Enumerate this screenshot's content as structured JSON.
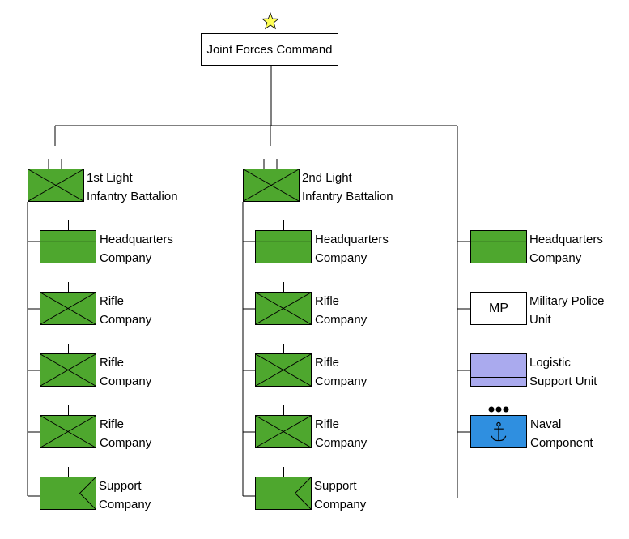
{
  "command": {
    "title": "Joint Forces Command"
  },
  "battalion_1": {
    "label_line1": "1st Light",
    "label_line2": "Infantry Battalion",
    "units": [
      {
        "line1": "Headquarters",
        "line2": "Company",
        "type": "headquarters"
      },
      {
        "line1": "Rifle",
        "line2": "Company",
        "type": "infantry"
      },
      {
        "line1": "Rifle",
        "line2": "Company",
        "type": "infantry"
      },
      {
        "line1": "Rifle",
        "line2": "Company",
        "type": "infantry"
      },
      {
        "line1": "Support",
        "line2": "Company",
        "type": "support"
      }
    ]
  },
  "battalion_2": {
    "label_line1": "2nd Light",
    "label_line2": "Infantry Battalion",
    "units": [
      {
        "line1": "Headquarters",
        "line2": "Company",
        "type": "headquarters"
      },
      {
        "line1": "Rifle",
        "line2": "Company",
        "type": "infantry"
      },
      {
        "line1": "Rifle",
        "line2": "Company",
        "type": "infantry"
      },
      {
        "line1": "Rifle",
        "line2": "Company",
        "type": "infantry"
      },
      {
        "line1": "Support",
        "line2": "Company",
        "type": "support"
      }
    ]
  },
  "direct_units": [
    {
      "line1": "Headquarters",
      "line2": "Company",
      "type": "headquarters"
    },
    {
      "line1": "Military Police",
      "line2": "Unit",
      "type": "military-police",
      "symbol_text": "MP"
    },
    {
      "line1": "Logistic",
      "line2": "Support Unit",
      "type": "logistics"
    },
    {
      "line1": "Naval",
      "line2": "Component",
      "type": "naval",
      "symbol_text": "⚓"
    }
  ],
  "colors": {
    "infantry_green": "#4ea72e",
    "logistics_lavender": "#aaaaee",
    "naval_blue": "#2f8fe0",
    "star_yellow": "#ffff55",
    "line": "#000000"
  }
}
